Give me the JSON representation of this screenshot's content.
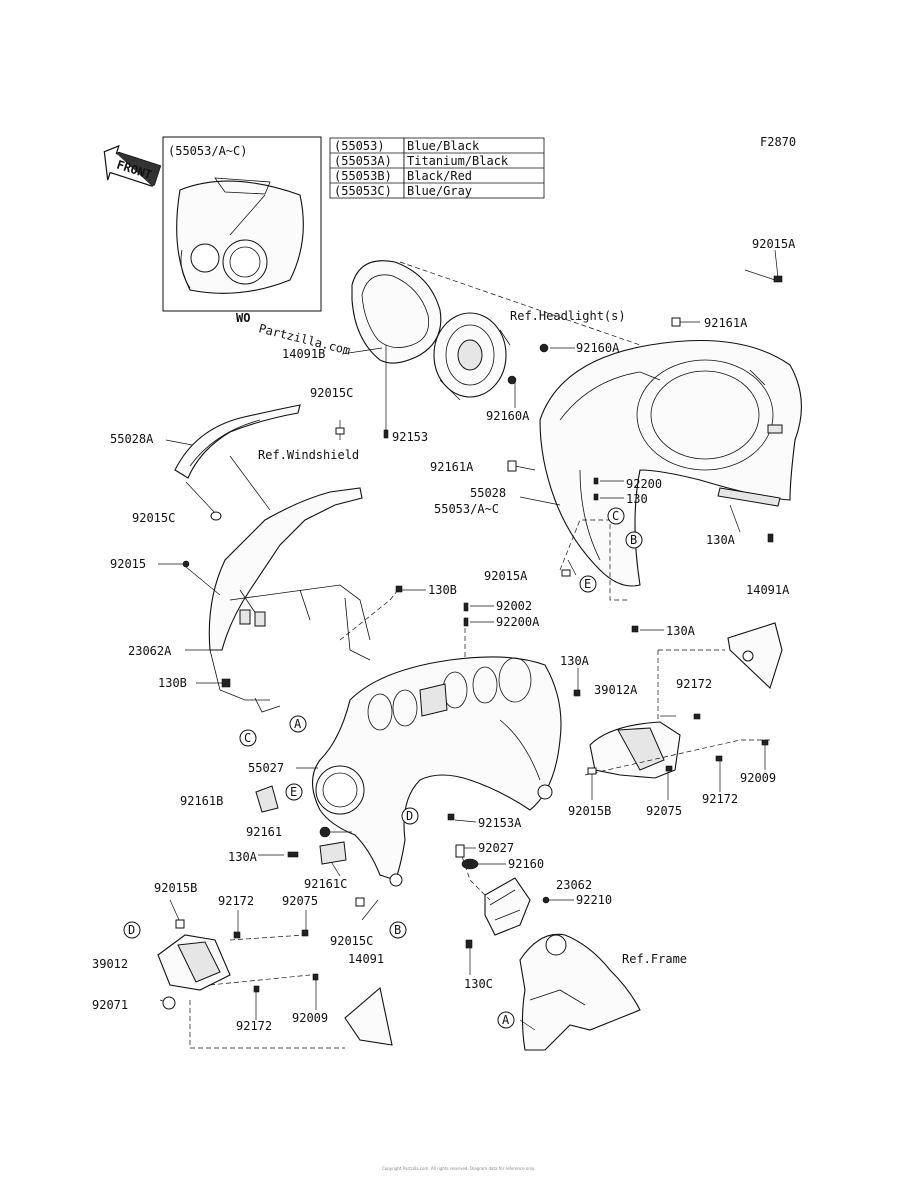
{
  "diagram_id": "F2870",
  "front_label": "FRONT",
  "inset_title": "(55053/A~C)",
  "watermark": "Partzilla.com",
  "watermark_prefix": "WO",
  "color_table": [
    {
      "code": "(55053)",
      "color": "Blue/Black"
    },
    {
      "code": "(55053A)",
      "color": "Titanium/Black"
    },
    {
      "code": "(55053B)",
      "color": "Black/Red"
    },
    {
      "code": "(55053C)",
      "color": "Blue/Gray"
    }
  ],
  "references": {
    "headlight": "Ref.Headlight(s)",
    "windshield": "Ref.Windshield",
    "frame": "Ref.Frame"
  },
  "callouts": [
    "A",
    "B",
    "C",
    "D",
    "E"
  ],
  "parts": {
    "p92015A_top": "92015A",
    "p92161A_top": "92161A",
    "p92160A_a": "92160A",
    "p14091B": "14091B",
    "p92160A_b": "92160A",
    "p92015C_top": "92015C",
    "p92153": "92153",
    "p55028A": "55028A",
    "p92161A_mid": "92161A",
    "p92200": "92200",
    "p130": "130",
    "p55028": "55028",
    "p55053": "55053/A~C",
    "p92015C_left": "92015C",
    "p130A_right": "130A",
    "p92015": "92015",
    "p92015A_mid": "92015A",
    "p130B_mid": "130B",
    "p14091A": "14091A",
    "p92002": "92002",
    "p92200A": "92200A",
    "p130A_mid": "130A",
    "p23062A": "23062A",
    "p130A_center": "130A",
    "p130B_left": "130B",
    "p39012A": "39012A",
    "p92172_a": "92172",
    "p55027": "55027",
    "p92009_a": "92009",
    "p92161B": "92161B",
    "p92015B_a": "92015B",
    "p92075_a": "92075",
    "p92172_b": "92172",
    "p92153A": "92153A",
    "p92161": "92161",
    "p92027": "92027",
    "p130A_left": "130A",
    "p92160": "92160",
    "p92161C": "92161C",
    "p23062": "23062",
    "p92015B_b": "92015B",
    "p92172_c": "92172",
    "p92075_b": "92075",
    "p92210": "92210",
    "p92015C_bot": "92015C",
    "p39012": "39012",
    "p14091": "14091",
    "p130C": "130C",
    "p92071": "92071",
    "p92172_d": "92172",
    "p92009_b": "92009"
  },
  "footer": "Copyright Partzilla.com. All rights reserved. Diagram data for reference only."
}
